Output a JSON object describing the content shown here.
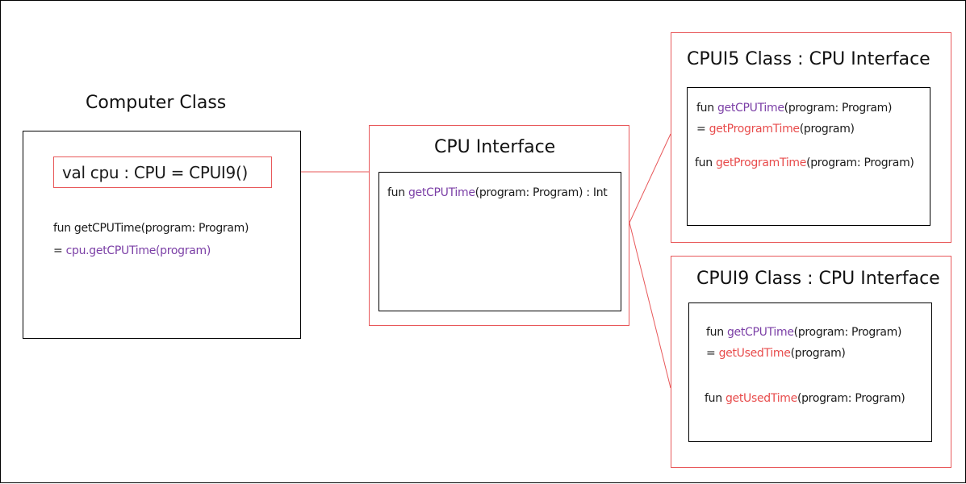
{
  "colors": {
    "outline_red": "#e8585a",
    "method_purple": "#7b3fa6",
    "impl_red": "#e84c4c",
    "border_black": "#000000"
  },
  "computer": {
    "title": "Computer Class",
    "field": "val cpu : CPU = CPUI9()",
    "method_line1": "fun getCPUTime(program: Program)",
    "method_line2_prefix": "= ",
    "method_line2_call": "cpu.getCPUTime(program)"
  },
  "cpu_interface": {
    "title": "CPU Interface",
    "sig_prefix": "fun ",
    "sig_name": "getCPUTime",
    "sig_suffix": "(program: Program) : Int"
  },
  "cpui5": {
    "title": "CPUI5 Class : CPU Interface",
    "m1_prefix": "fun ",
    "m1_name": "getCPUTime",
    "m1_suffix": "(program: Program)",
    "m1b_prefix": "= ",
    "m1b_name": "getProgramTime",
    "m1b_suffix": "(program)",
    "m2_prefix": "fun ",
    "m2_name": "getProgramTime",
    "m2_suffix": "(program: Program)"
  },
  "cpui9": {
    "title": "CPUI9 Class : CPU Interface",
    "m1_prefix": "fun ",
    "m1_name": "getCPUTime",
    "m1_suffix": "(program: Program)",
    "m1b_prefix": "= ",
    "m1b_name": "getUsedTime",
    "m1b_suffix": "(program)",
    "m2_prefix": "fun ",
    "m2_name": "getUsedTime",
    "m2_suffix": "(program: Program)"
  }
}
